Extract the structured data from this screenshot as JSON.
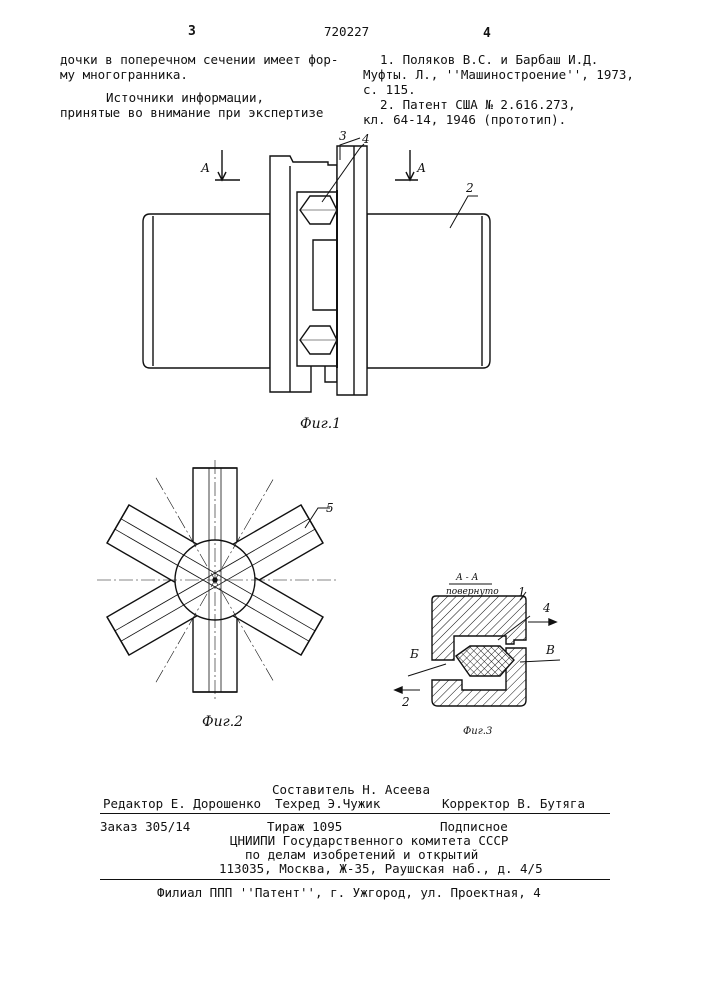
{
  "header": {
    "page_left": "3",
    "patent_number": "720227",
    "page_right": "4"
  },
  "left_column": {
    "lines": [
      "дочки в поперечном сечении имеет фор-",
      "му многогранника.",
      "Источники информации,",
      "принятые во внимание при экспертизе"
    ]
  },
  "right_column": {
    "lines": [
      "1. Поляков В.С. и Барбаш И.Д.",
      "Муфты. Л., ''Машиностроение'', 1973,",
      "с. 115.",
      "2. Патент США № 2.616.273,",
      "кл. 64-14, 1946 (прототип)."
    ]
  },
  "figure1": {
    "caption": "Фиг.1",
    "section_label_left": "А",
    "section_label_right": "А",
    "part_labels": [
      "3",
      "4",
      "2"
    ]
  },
  "figure2": {
    "caption": "Фиг.2",
    "part_label": "5"
  },
  "figure3": {
    "caption": "Фиг.3",
    "section_title": "А - А",
    "section_subtitle": "повернуто",
    "part_labels": [
      "1",
      "4",
      "Б",
      "В",
      "2"
    ]
  },
  "footer": {
    "compiler": "Составитель Н. Асеева",
    "editor": "Редактор Е. Дорошенко",
    "techred": "Техред Э.Чужик",
    "corrector": "Корректор В. Бутяга",
    "order": "Заказ 305/14",
    "print_run": "Тираж 1095",
    "subscription": "Подписное",
    "institute_1": "ЦНИИПИ Государственного комитета СССР",
    "institute_2": "по делам изобретений и открытий",
    "address": "113035, Москва, Ж-35, Раушская наб., д. 4/5",
    "branch": "Филиал ППП ''Патент'', г. Ужгород, ул. Проектная, 4"
  }
}
